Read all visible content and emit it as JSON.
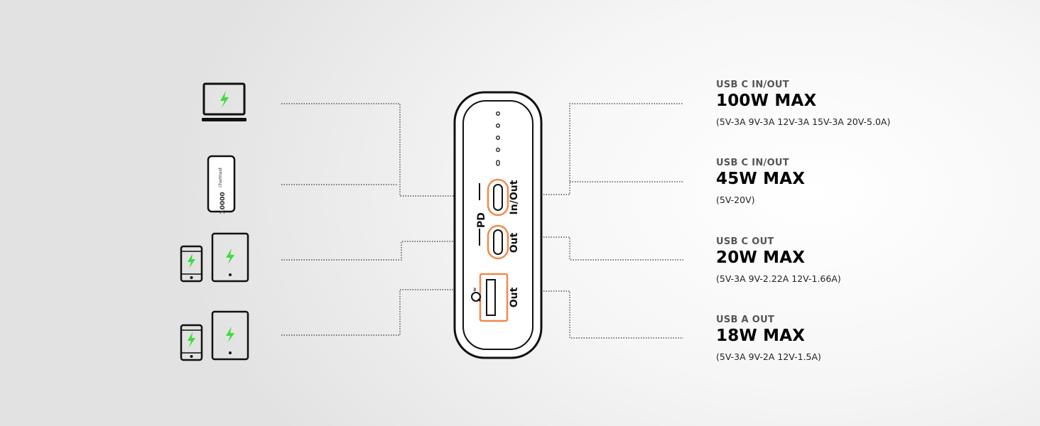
{
  "devices": [
    {
      "name": "laptop"
    },
    {
      "name": "power-bank"
    },
    {
      "name": "phone-and-tablet"
    },
    {
      "name": "phone-and-tablet"
    }
  ],
  "power_bank": {
    "badge": "PD",
    "ports": [
      {
        "label": "In/Out",
        "type": "usb-c"
      },
      {
        "label": "Out",
        "type": "usb-c"
      },
      {
        "label": "Out",
        "type": "usb-a"
      }
    ],
    "led_count": 5,
    "mini_brand": "charmast",
    "mini_capacity": "10000"
  },
  "specs": [
    {
      "port": "USB C IN/OUT",
      "power": "100W MAX",
      "detail": "(5V-3A 9V-3A 12V-3A 15V-3A 20V-5.0A)"
    },
    {
      "port": "USB C IN/OUT",
      "power": "45W MAX",
      "detail": "(5V-20V)"
    },
    {
      "port": "USB C OUT",
      "power": "20W MAX",
      "detail": "(5V-3A 9V-2.22A 12V-1.66A)"
    },
    {
      "port": "USB A OUT",
      "power": "18W MAX",
      "detail": "(5V-3A 9V-2A 12V-1.5A)"
    }
  ],
  "colors": {
    "accent": "#f08a4b",
    "bolt": "#3ddc3d",
    "line": "#111111"
  }
}
